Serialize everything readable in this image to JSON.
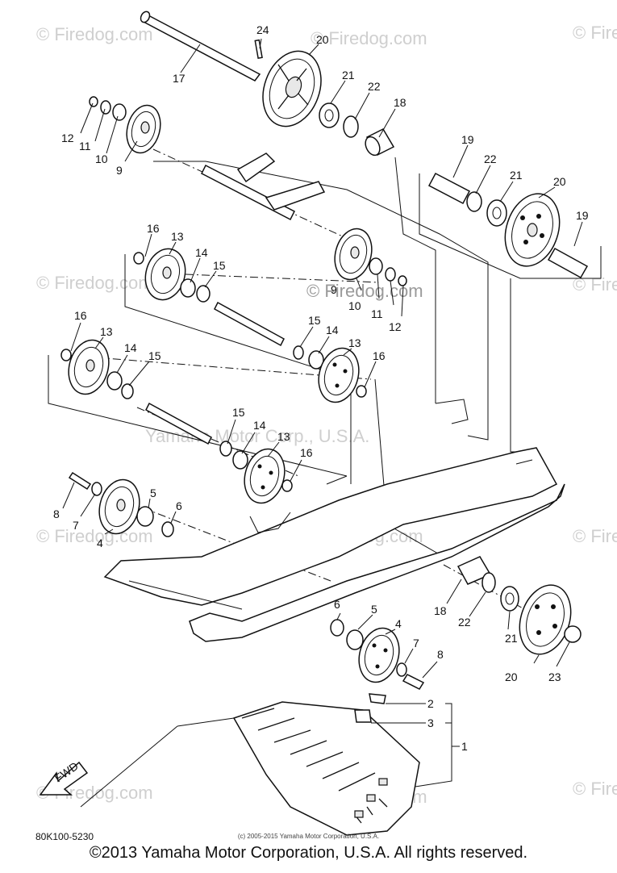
{
  "watermark": "© Firedog.com",
  "watermark_center": "Yamaha Motor Corp., U.S.A.",
  "fwd_label": "FWD",
  "part_number": "80K100-5230",
  "small_copyright": "(c) 2005-2015 Yamaha Motor Corporation, U.S.A.",
  "footer": "©2013 Yamaha Motor Corporation, U.S.A. All rights reserved.",
  "callouts": [
    "1",
    "2",
    "3",
    "4",
    "5",
    "6",
    "7",
    "8",
    "9",
    "10",
    "11",
    "12",
    "13",
    "14",
    "15",
    "16",
    "17",
    "18",
    "19",
    "20",
    "21",
    "22",
    "23",
    "24"
  ],
  "colors": {
    "line": "#111111",
    "watermark": "#cfcfcf"
  }
}
